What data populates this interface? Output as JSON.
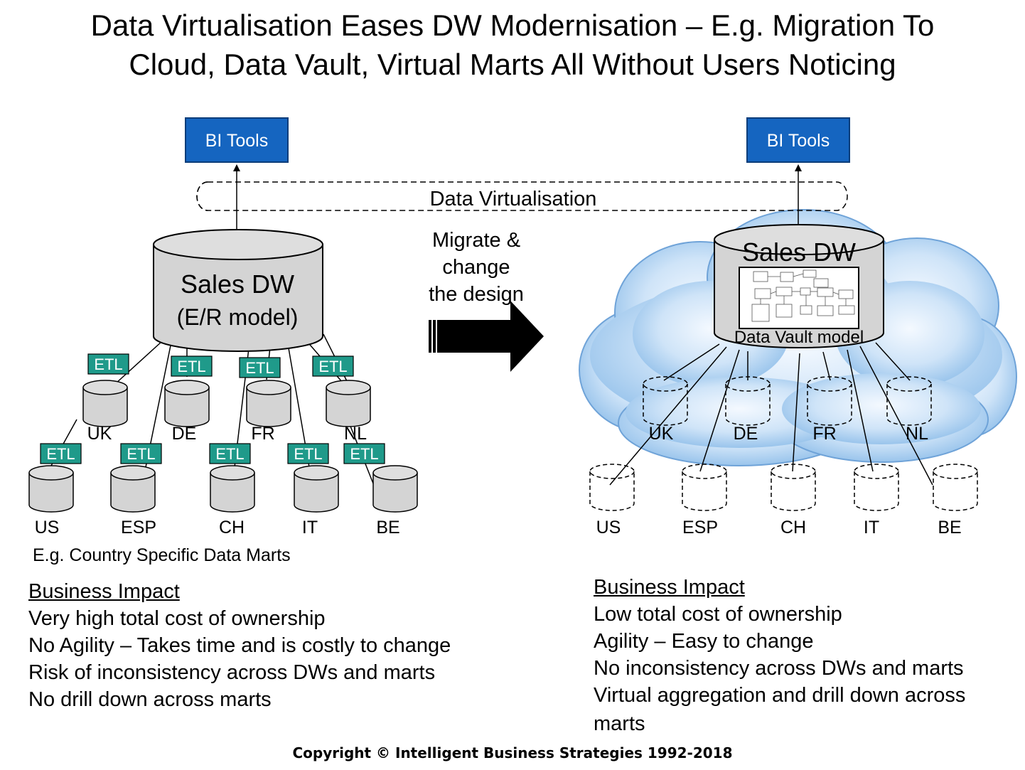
{
  "title_line1": "Data Virtualisation Eases DW Modernisation – E.g. Migration To",
  "title_line2": "Cloud, Data Vault, Virtual Marts All Without Users Noticing",
  "bi_tools_left": "BI Tools",
  "bi_tools_right": "BI Tools",
  "data_virtualisation": "Data Virtualisation",
  "migrate_lines": [
    "Migrate &",
    "change",
    "the design"
  ],
  "left": {
    "dw_title": "Sales DW",
    "dw_subtitle": "(E/R model)",
    "etl_label": "ETL",
    "regional_marts": [
      "UK",
      "DE",
      "FR",
      "NL"
    ],
    "country_marts": [
      "US",
      "ESP",
      "CH",
      "IT",
      "BE"
    ],
    "marts_caption": "E.g. Country Specific Data Marts",
    "impact_heading": "Business Impact",
    "impact_items": [
      "Very high total cost of ownership",
      "No Agility – Takes time and is costly to change",
      "Risk of inconsistency across DWs and marts",
      "No drill down across marts"
    ]
  },
  "right": {
    "dw_title": "Sales DW",
    "model_label": "Data Vault model",
    "regional_marts": [
      "UK",
      "DE",
      "FR",
      "NL"
    ],
    "country_marts": [
      "US",
      "ESP",
      "CH",
      "IT",
      "BE"
    ],
    "impact_heading": "Business Impact",
    "impact_items": [
      "Low total cost of ownership",
      "Agility – Easy to change",
      "No inconsistency across DWs and marts",
      "Virtual aggregation and drill down across",
      "marts"
    ]
  },
  "copyright": "Copyright © Intelligent Business Strategies 1992-2018",
  "colors": {
    "bi_box": "#1565c0",
    "etl_box": "#1f9a8a",
    "cylinder_fill": "#d4d4d4",
    "cloud_fill": "#a8d0f4"
  }
}
